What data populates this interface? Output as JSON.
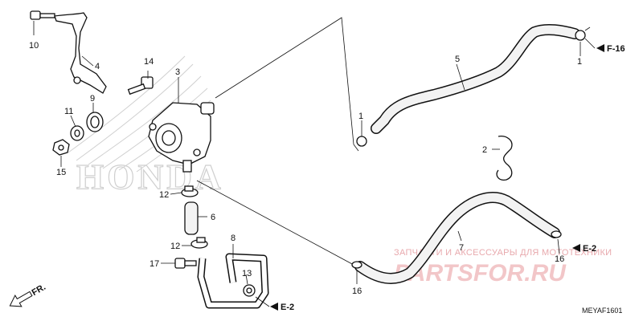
{
  "diagram": {
    "callouts": [
      "10",
      "4",
      "14",
      "3",
      "5",
      "1",
      "1",
      "11",
      "9",
      "15",
      "2",
      "12",
      "6",
      "12",
      "8",
      "17",
      "13",
      "7",
      "16",
      "16"
    ],
    "refs": {
      "f16": "F-16",
      "e2_right": "E-2",
      "e2_bottom": "E-2",
      "front": "FR."
    },
    "code": "MEYAF1601",
    "watermark": {
      "text": "ЗАПЧАСТИ И АКСЕССУАРЫ ДЛЯ МОТОТЕХНИКИ",
      "logo": "PARTSFOR.RU"
    },
    "background_mark": "HONDA",
    "colors": {
      "line": "#111111",
      "watermark": "#e8a9ad",
      "background_mark": "#cfcfcf"
    }
  }
}
